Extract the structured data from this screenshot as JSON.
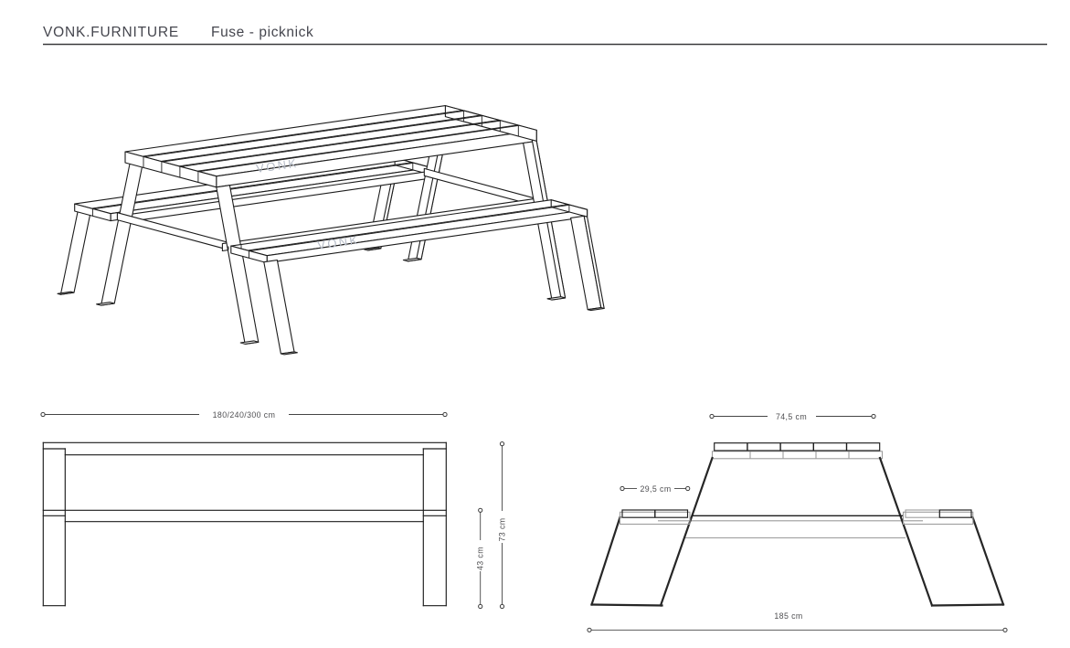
{
  "header": {
    "brand": "VONK.FURNITURE",
    "product": "Fuse - picknick"
  },
  "watermark": {
    "text": "VONK"
  },
  "views": {
    "iso": {
      "name": "isometric view of picnic table"
    },
    "front": {
      "name": "front elevation",
      "dim_width": "180/240/300 cm",
      "dim_bench_height": "43 cm",
      "dim_table_height": "73 cm"
    },
    "side": {
      "name": "side elevation",
      "dim_top_width": "74,5 cm",
      "dim_bench_depth": "29,5 cm",
      "dim_floor_width": "185 cm"
    }
  },
  "colors": {
    "line": "#1c1c1c",
    "far_line_gray": "#9b9b9b",
    "dimension_text": "#4f4f52",
    "watermark": "#b7bdc8",
    "header_text": "#45464e"
  }
}
